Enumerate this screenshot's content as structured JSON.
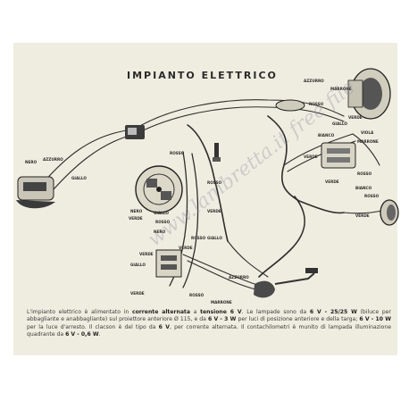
{
  "title": "IMPIANTO ELETTRICO",
  "labels": {
    "azzurro_top": "AZZURRO",
    "marrone_top": "MARRONE",
    "rosso_top": "ROSSO",
    "giallo_top": "GIALLO",
    "verde_top": "VERDE",
    "viola": "VIOLA",
    "marrone_right": "MARRONE",
    "bianco_mid": "BIANCO",
    "verde_mid": "VERDE",
    "rosso_mid": "ROSSO",
    "verde_right": "VERDE",
    "bianco_right": "BIANCO",
    "rosso_right": "ROSSO",
    "verde_lamp": "VERDE",
    "nero_left": "NERO",
    "azzurro_left": "AZZURRO",
    "giallo_left": "GIALLO",
    "rosso_center": "ROSSO",
    "nero_mag": "NERO",
    "verde_mag": "VERDE",
    "giallo_mag": "GIALLO",
    "rosso_mag": "ROSSO",
    "verde_c2": "VERDE",
    "rosso_c2": "ROSSO",
    "nero_c": "NERO",
    "rosso_c": "ROSSO",
    "giallo_c": "GIALLO",
    "verde_c": "VERDE",
    "verde_low": "VERDE",
    "giallo_low": "GIALLO",
    "verde_bottom": "VERDE",
    "azzurro_bottom": "AZZURRO",
    "rosso_bottom": "ROSSO",
    "marrone_bottom": "MARRONE"
  },
  "watermark": "www.lambretta.it free file",
  "caption": {
    "t1": "L'impianto elettrico è alimentato in ",
    "b1": "corrente alternata",
    "t2": " a ",
    "b2": "tensione 6 V",
    "t3": ". Le lampade sono da ",
    "b3": "6 V - 25/25 W",
    "t4": " (biluce per abbagliante e anabbagliante) sul proiettore anteriore Ø 115, e da ",
    "b4": "6 V - 3 W",
    "t5": " per luci di posizione anteriore e della targa; ",
    "b5": "6 V - 10 W",
    "t6": " per la luce d'arresto. Il clacson è del tipo da ",
    "b6": "6 V",
    "t7": ", per corrente alternata. Il contachilometri è munito di lampada illuminazione quadrante da ",
    "b7": "6 V - 0,6 W",
    "t8": "."
  }
}
